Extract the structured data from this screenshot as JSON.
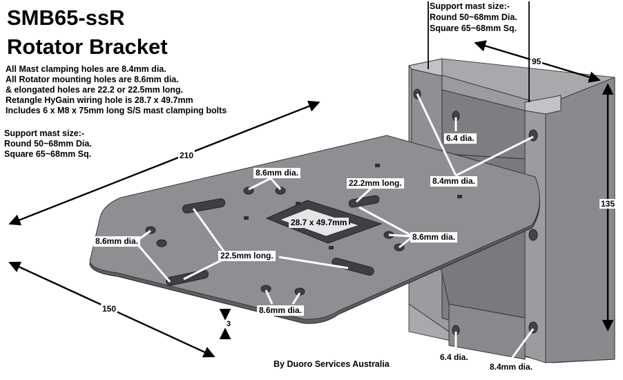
{
  "title": {
    "line1": "SMB65-ssR",
    "line2": "Rotator Bracket"
  },
  "notes": [
    "All Mast clamping holes are 8.4mm dia.",
    "All Rotator mounting holes are 8.6mm dia.",
    "& elongated holes are 22.2 or 22.5mm long.",
    "Retangle HyGain wiring hole is 28.7 x 49.7mm",
    "Includes 6 x M8 x 75mm long S/S mast clamping bolts"
  ],
  "support_mast_left": {
    "heading": "Support mast size:-",
    "round": "Round 50~68mm Dia.",
    "square": "Square 65~68mm Sq."
  },
  "support_mast_top": {
    "heading": "Support mast size:-",
    "round": "Round 50~68mm Dia.",
    "square": "Square 65~68mm Sq."
  },
  "dimensions": {
    "width": "210",
    "depth": "150",
    "mast_width": "95",
    "height": "135",
    "thickness": "3"
  },
  "callouts": {
    "hole_8_6_top": "8.6mm dia.",
    "slot_22_2": "22.2mm  long.",
    "slot_22_5": "22.5mm long.",
    "hole_8_6_left": "8.6mm dia.",
    "hole_8_6_right": "8.6mm dia.",
    "hole_8_6_bottom": "8.6mm dia.",
    "wiring_hole": "28.7 x 49.7mm",
    "hole_6_4_top": "6.4 dia.",
    "hole_8_4_top": "8.4mm dia.",
    "hole_6_4_bottom": "6.4 dia.",
    "hole_8_4_bottom": "8.4mm dia."
  },
  "credit": "By Duoro Services Australia",
  "colors": {
    "plate_top": "#8e8e92",
    "plate_edge": "#5a5a5e",
    "bracket": "#9a9a9e",
    "bracket_dark": "#6e6e72",
    "hole": "#3c3c40",
    "line": "#000000"
  }
}
